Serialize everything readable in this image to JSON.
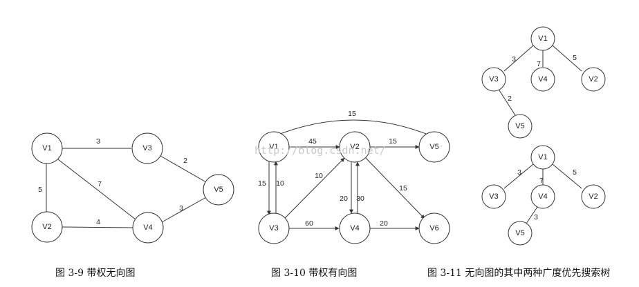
{
  "watermark": "http://blog.csdn.net/",
  "captions": {
    "fig39": "图 3-9 带权无向图",
    "fig310": "图 3-10  带权有向图",
    "fig311": "图 3-11  无向图的其中两种广度优先搜索树"
  },
  "fig39": {
    "nodes": {
      "v1": "V1",
      "v2": "V2",
      "v3": "V3",
      "v4": "V4",
      "v5": "V5"
    },
    "weights": {
      "v1_v3": "3",
      "v1_v2": "5",
      "v1_v4": "7",
      "v3_v5": "2",
      "v2_v4": "4",
      "v4_v5": "3"
    }
  },
  "fig310": {
    "nodes": {
      "v1": "V1",
      "v2": "V2",
      "v3": "V3",
      "v4": "V4",
      "v5": "V5",
      "v6": "V6"
    },
    "weights": {
      "v1_v5_arc": "15",
      "v1_v2": "45",
      "v2_v5": "15",
      "v1_v3": "15",
      "v3_v1": "10",
      "v3_v2": "10",
      "v2_v4": "20",
      "v4_v2": "30",
      "v2_v6": "15",
      "v3_v4": "60",
      "v4_v6": "20"
    }
  },
  "fig311a": {
    "nodes": {
      "v1": "V1",
      "v3": "V3",
      "v4": "V4",
      "v2": "V2",
      "v5": "V5"
    },
    "weights": {
      "v1_v3": "3",
      "v1_v4": "7",
      "v1_v2": "5",
      "v3_v5": "2"
    }
  },
  "fig311b": {
    "nodes": {
      "v1": "V1",
      "v3": "V3",
      "v4": "V4",
      "v2": "V2",
      "v5": "V5"
    },
    "weights": {
      "v1_v3": "3",
      "v1_v4": "7",
      "v1_v2": "5",
      "v4_v5": "3"
    }
  }
}
